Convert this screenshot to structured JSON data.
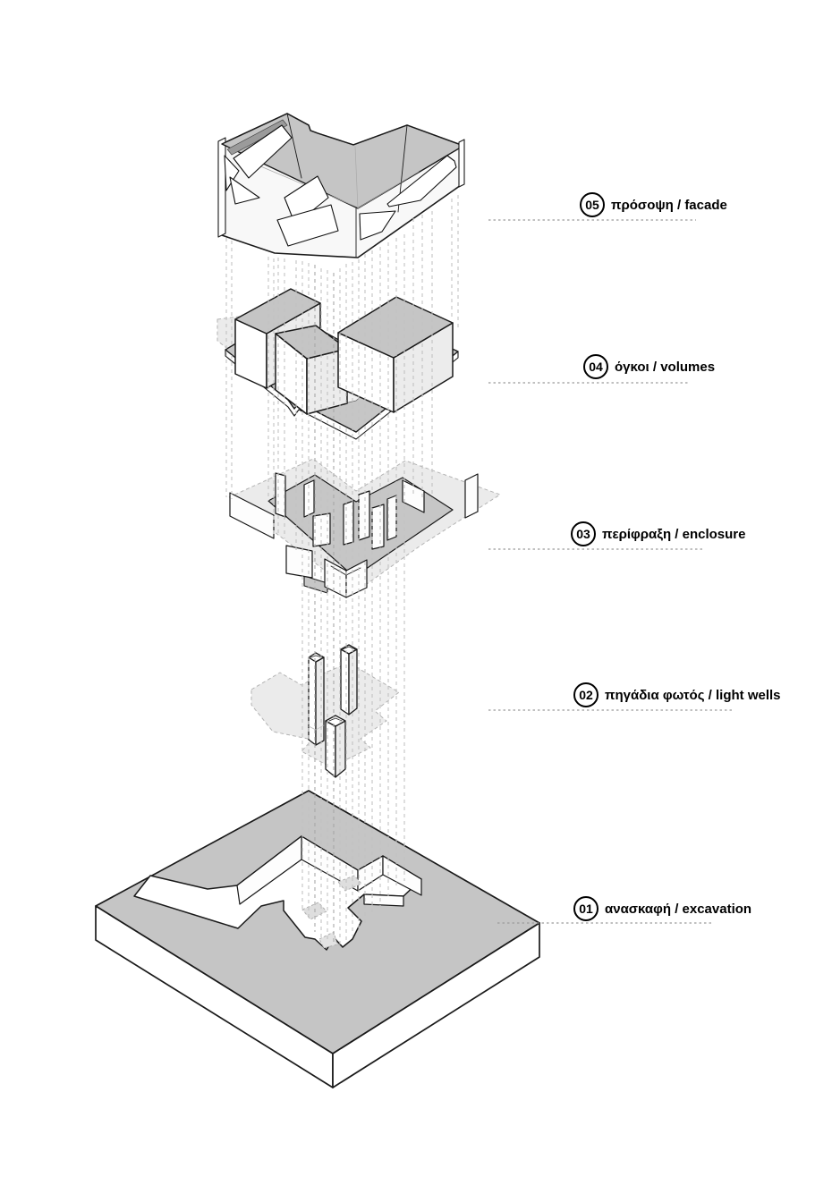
{
  "diagram": {
    "type": "exploded-axonometric-architecture-diagram",
    "background": "#ffffff"
  },
  "colors": {
    "outline": "#1a1a1a",
    "solid_top_gray": "#c5c5c5",
    "side_face_white": "#ffffff",
    "side_face_shade": "#ececec",
    "ghost_plane": "#e9e9e9",
    "projection_line": "#c2c2c2",
    "leader_line": "#9a9a9a",
    "label_ink": "#000000"
  },
  "labels": [
    {
      "number": "05",
      "text": "πρόσοψη / facade"
    },
    {
      "number": "04",
      "text": "όγκοι / volumes"
    },
    {
      "number": "03",
      "text": "περίφραξη / enclosure"
    },
    {
      "number": "02",
      "text": "πηγάδια φωτός / light wells"
    },
    {
      "number": "01",
      "text": "ανασκαφή / excavation"
    }
  ]
}
